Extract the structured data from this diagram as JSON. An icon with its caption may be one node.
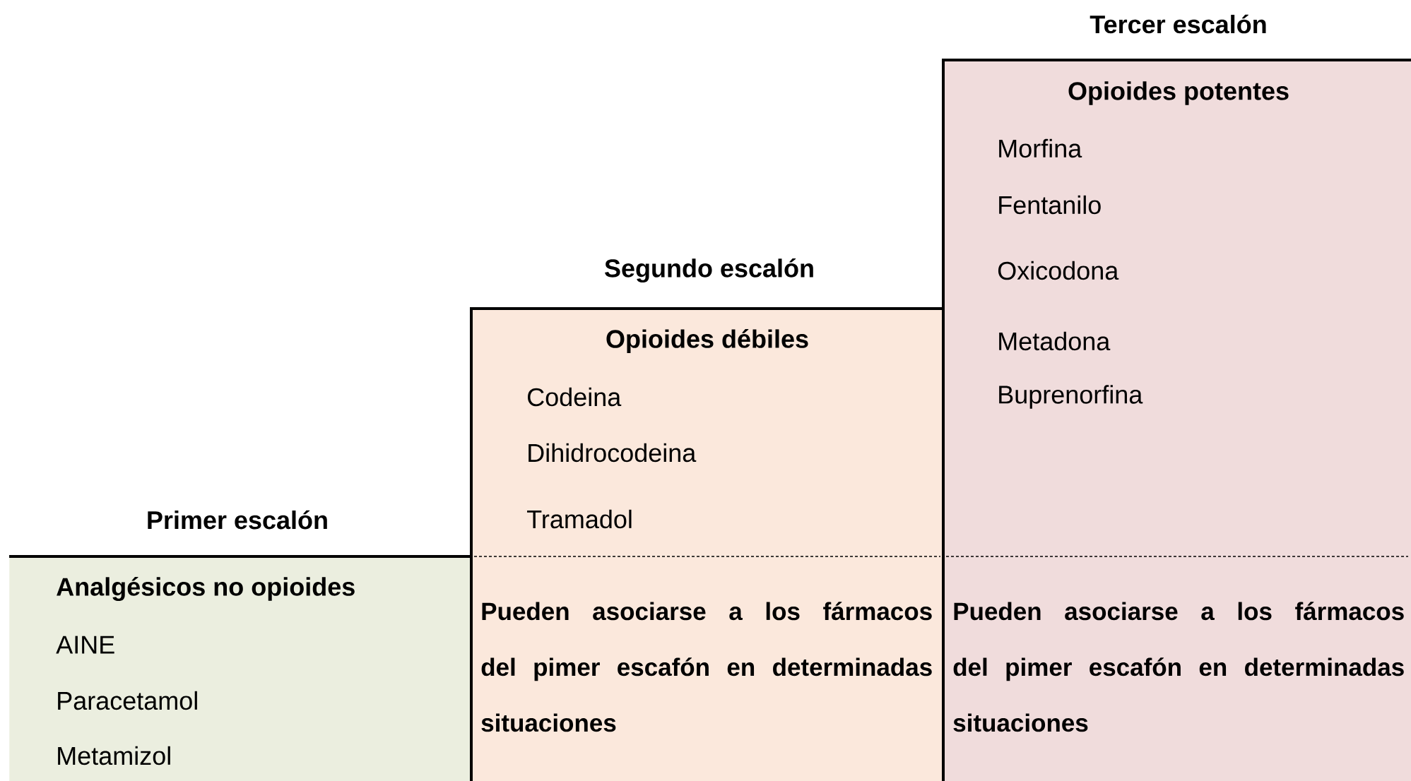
{
  "diagram": {
    "nodes": [
      {
        "text": [
          "Primer escalón",
          "Analgésicos no opioides",
          "AINE",
          "Paracetamol",
          "Metamizol"
        ]
      },
      {
        "text": [
          "Segundo escalón",
          "Opioides débiles",
          "Codeina",
          "Dihidrocodeina",
          "Tramadol",
          "Pueden asociarse a los fármacos del pimer escafón en determinadas situaciones"
        ]
      },
      {
        "text": [
          "Tercer escalón",
          "Opioides potentes",
          "Morfina",
          "Fentanilo",
          "Oxicodona",
          "Metadona",
          "Buprenorfina",
          "Pueden asociarse a los fármacos del pimer escafón en determinadas situaciones"
        ]
      }
    ]
  }
}
